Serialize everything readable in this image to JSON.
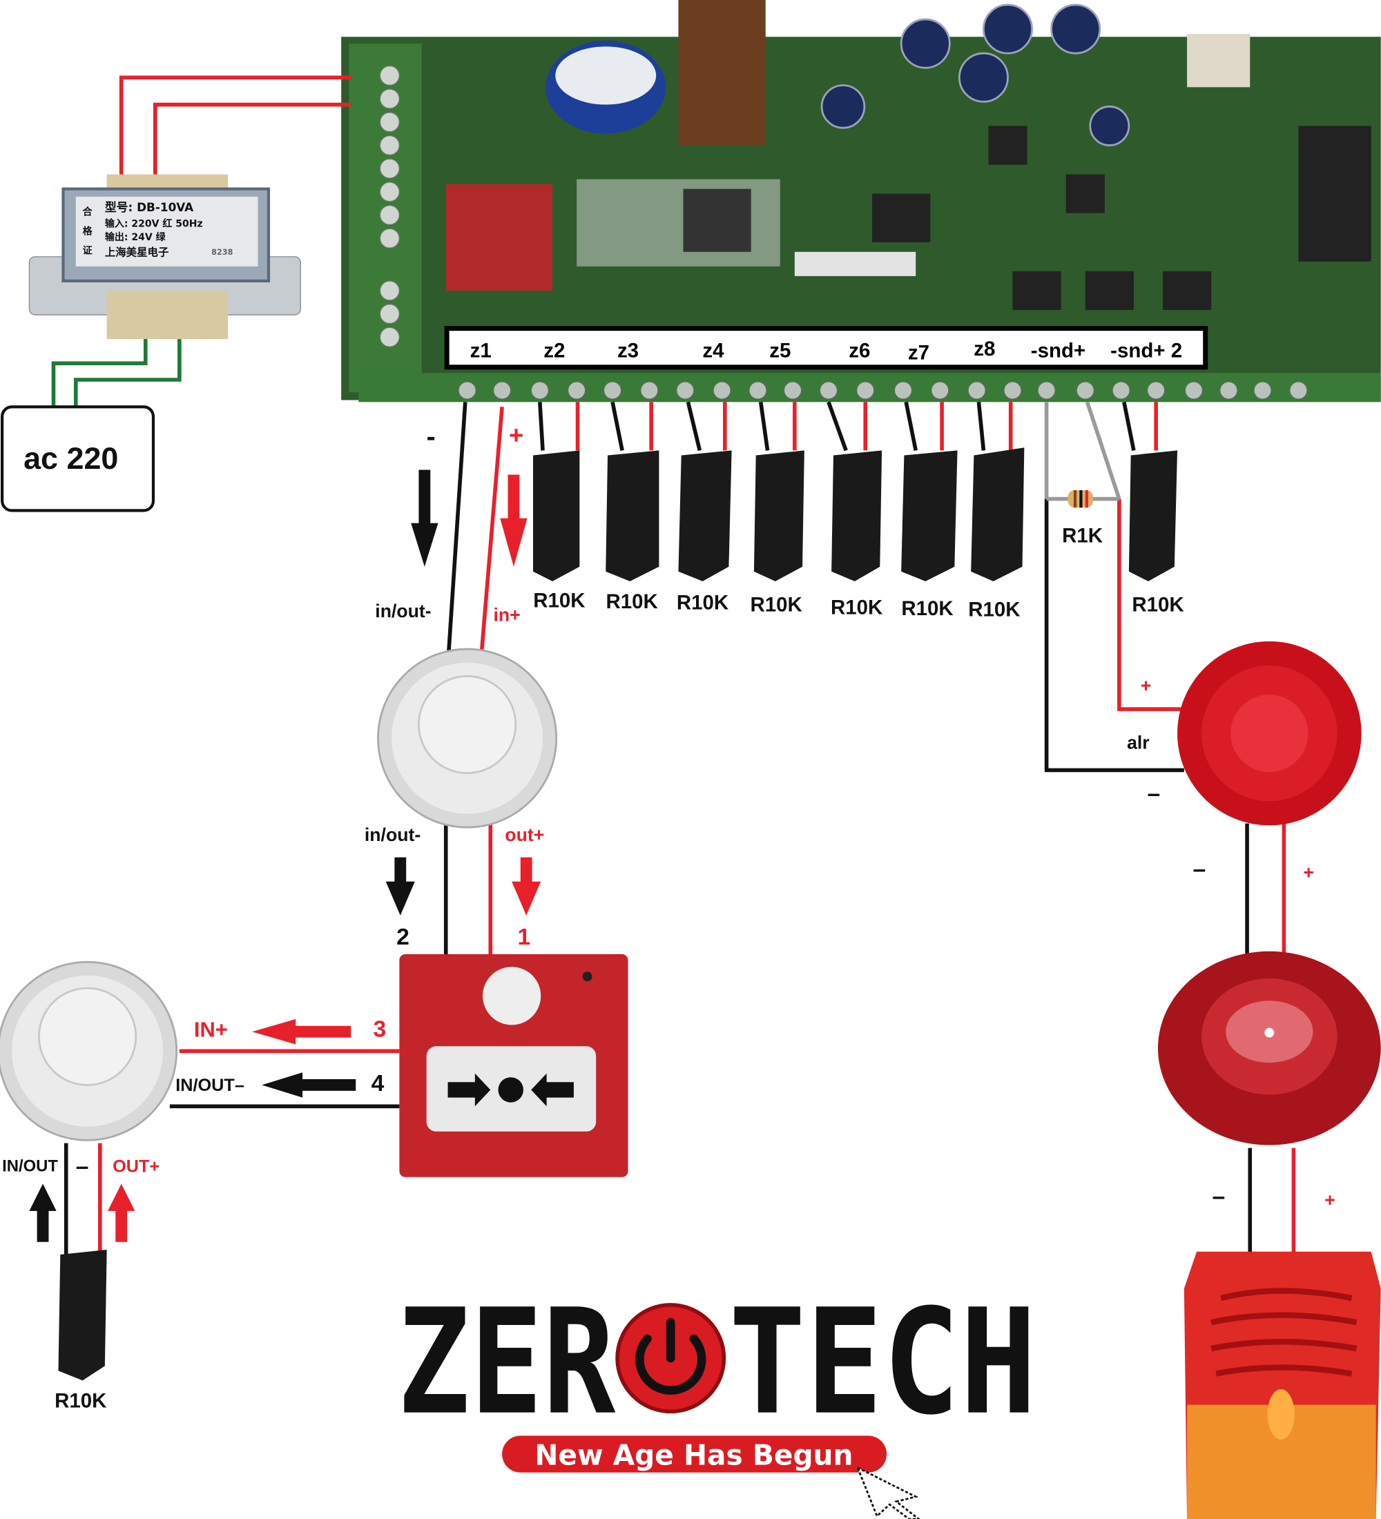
{
  "transformer": {
    "model": "型号: DB-10VA",
    "input": "输入: 220V 红 50Hz",
    "output": "输出: 24V 绿",
    "maker": "上海美星电子",
    "code": "8238",
    "side": [
      "合",
      "格",
      "证"
    ]
  },
  "power_label": "ac 220",
  "terminals": [
    "z1",
    "z2",
    "z3",
    "z4",
    "z5",
    "z6",
    "z7",
    "z8",
    "-snd+",
    "-snd+ 2"
  ],
  "resistors": {
    "eol": [
      "R10K",
      "R10K",
      "R10K",
      "R10K",
      "R10K",
      "R10K",
      "R10K"
    ],
    "siren_resistor": "R1K",
    "snd2_resistor": "R10K",
    "loop_end": "R10K"
  },
  "wire_labels": {
    "minus_top": "-",
    "plus_top": "+",
    "in_out_minus_1": "in/out-",
    "in_plus_1": "in+",
    "in_out_minus_2": "in/out-",
    "out_plus_2": "out+",
    "num_2": "2",
    "num_1": "1",
    "in_plus_upper": "IN+",
    "num_3": "3",
    "in_out_minus_upper": "IN/OUT–",
    "num_4": "4",
    "in_out_lower": "IN/OUT",
    "minus_lower": "–",
    "out_plus_lower": "OUT+",
    "strobe_plus": "+",
    "alr": "alr",
    "strobe_minus": "–",
    "bell_minus": "–",
    "bell_plus": "+",
    "siren_minus": "–",
    "siren_plus": "+"
  },
  "logo": {
    "left": "ZER",
    "right": "TECH",
    "tagline": "New Age Has Begun"
  },
  "colors": {
    "wire_red": "#e8202a",
    "wire_black": "#111111",
    "wire_green": "#1f7a35",
    "pcb_green": "#2f5a2c",
    "device_red": "#c3252b"
  }
}
